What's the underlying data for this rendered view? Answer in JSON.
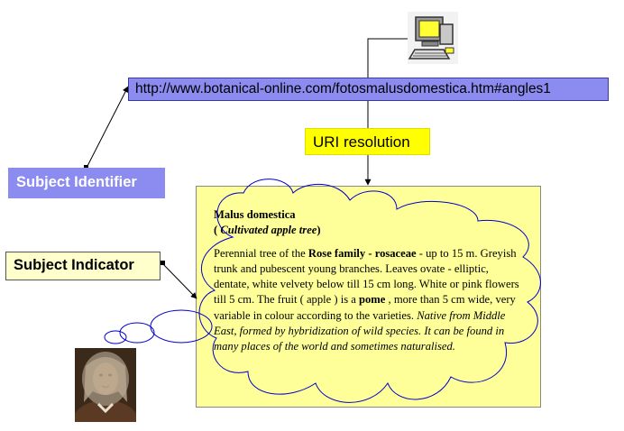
{
  "url": "http://www.botanical-online.com/fotosmalusdomestica.htm#angles1",
  "uri_resolution": "URI resolution",
  "subject_identifier": "Subject Identifier",
  "subject_indicator": "Subject Indicator",
  "document": {
    "title": "Malus domestica",
    "common_open": "( ",
    "common_name": "Cultivated apple tree",
    "common_close": ")",
    "p1": "Perennial tree of the ",
    "family": "Rose family - rosaceae",
    "p2": " - up to 15 m. Greyish trunk and pubescent young branches. Leaves ovate - elliptic, dentate, white velvety below till 15 cm long. White or pink flowers till 5 cm. The fruit ( apple ) is a ",
    "fruit": "pome",
    "p3": " , more than 5 cm wide, very variable in colour according to the varieties. ",
    "native": "Native from Middle East, formed by hybridization of wild species. It can be found in many places of the world and sometimes naturalised."
  },
  "icons": {
    "computer": "computer-icon",
    "portrait": "portrait-image"
  },
  "colors": {
    "identifier_blue": "#8b8bf0",
    "uri_yellow": "#ffff00",
    "indicator_bg": "#ffffcc",
    "document_bg": "#ffff99",
    "cloud_stroke": "#0000cc"
  }
}
